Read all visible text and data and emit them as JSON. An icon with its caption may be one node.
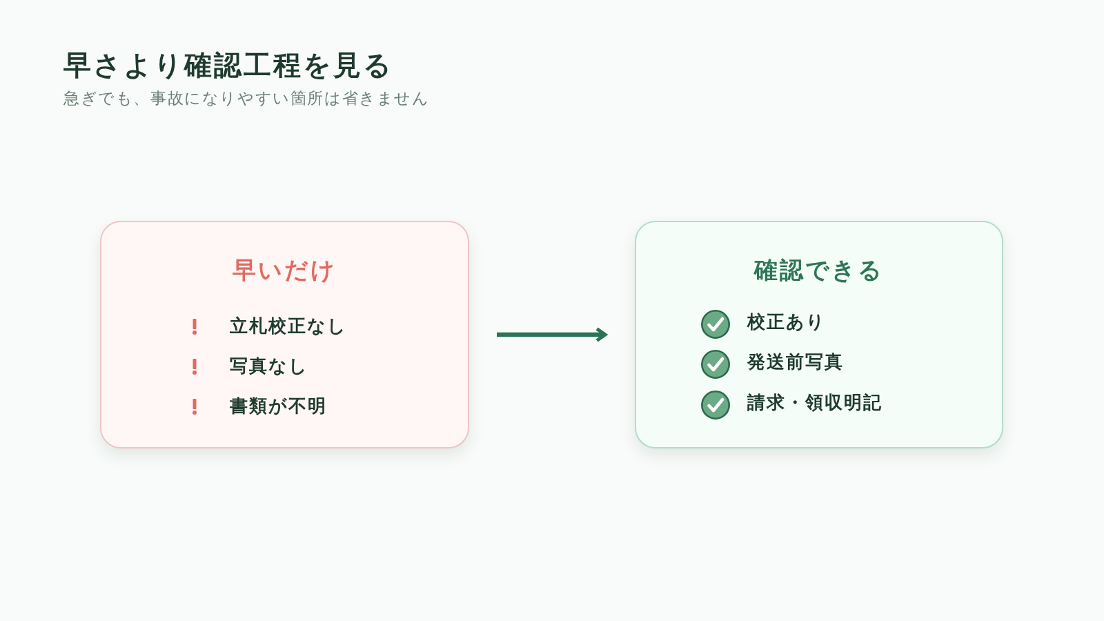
{
  "diagram": {
    "title": "早さより確認工程を見る",
    "nodes": [
      {
        "text": [
          "早いだけ",
          "立札校正なし",
          "写真なし",
          "書類が不明"
        ]
      },
      {
        "text": [
          "確認できる",
          "校正あり",
          "発送前写真",
          "請求・領収明記"
        ]
      }
    ],
    "edges": [
      {
        "from": 0,
        "to": 1,
        "arrow": "to"
      }
    ],
    "labels": [
      "急ぎでも、事故になりやすい箇所は省きません"
    ]
  }
}
